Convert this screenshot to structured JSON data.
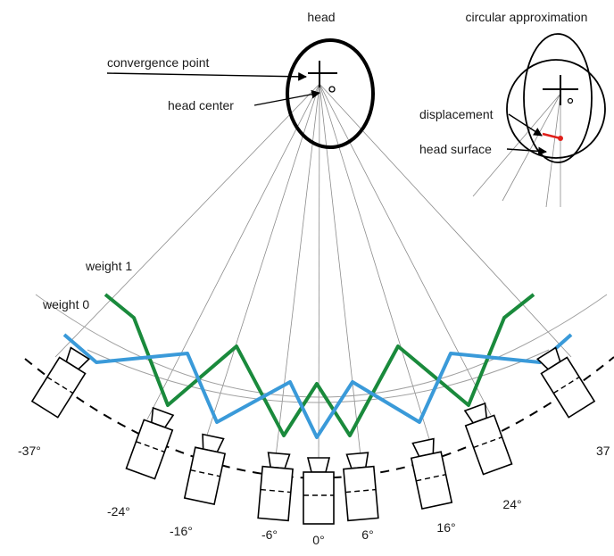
{
  "labels": {
    "head": "head",
    "circular_approximation": "circular approximation",
    "convergence_point": "convergence point",
    "head_center": "head center",
    "displacement": "displacement",
    "head_surface": "head surface",
    "weight_1": "weight 1",
    "weight_0": "weight 0"
  },
  "colors": {
    "weight_1_line": "#1a8a3c",
    "weight_0_line": "#3a9ad9",
    "displacement_dot": "#e0201b"
  },
  "cameras": [
    {
      "angle": -37,
      "label": "-37°"
    },
    {
      "angle": -24,
      "label": "-24°"
    },
    {
      "angle": -16,
      "label": "-16°"
    },
    {
      "angle": -6,
      "label": "-6°"
    },
    {
      "angle": 0,
      "label": "0°"
    },
    {
      "angle": 6,
      "label": "6°"
    },
    {
      "angle": 16,
      "label": "16°"
    },
    {
      "angle": 24,
      "label": "24°"
    },
    {
      "angle": 37,
      "label": "37"
    }
  ]
}
